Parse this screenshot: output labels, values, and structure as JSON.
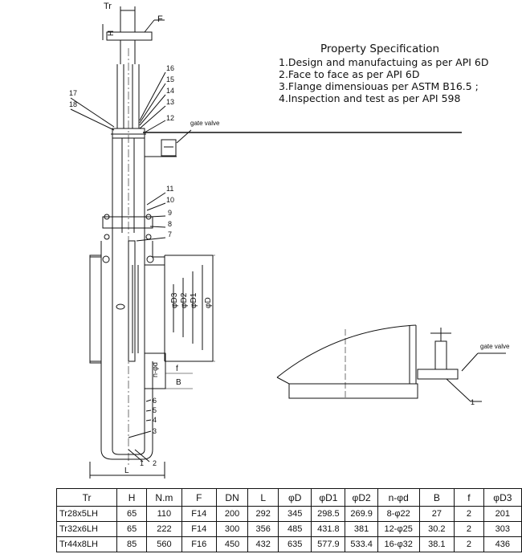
{
  "labels": {
    "tr": "Tr",
    "f": "F",
    "h": "H",
    "dd": "φD",
    "dd1": "φD1",
    "dd2": "φD2",
    "dd3": "φD3",
    "nd": "n-φd",
    "fl": "f",
    "b": "B",
    "l": "L",
    "gate_valve_main": "gate valve",
    "gate_valve_detail": "gate valve"
  },
  "part_numbers": {
    "p1": "1",
    "p2": "2",
    "p3": "3",
    "p4": "4",
    "p5": "5",
    "p6": "6",
    "p7": "7",
    "p8": "8",
    "p9": "9",
    "p10": "10",
    "p11": "11",
    "p12": "12",
    "p13": "13",
    "p14": "14",
    "p15": "15",
    "p16": "16",
    "p17": "17",
    "p18": "18",
    "detail_1": "1"
  },
  "spec": {
    "title": "Property Specification",
    "lines": [
      "1.Design and manufactuing as per API 6D",
      "2.Face to face as per API 6D",
      "3.Flange dimensiouas per   ASTM B16.5   ;",
      "4.Inspection and test as per API 598"
    ]
  },
  "table": {
    "headers": [
      "Tr",
      "H",
      "N.m",
      "F",
      "DN",
      "L",
      "φD",
      "φD1",
      "φD2",
      "n-φd",
      "B",
      "f",
      "φD3"
    ],
    "rows": [
      [
        "Tr28x5LH",
        "65",
        "110",
        "F14",
        "200",
        "292",
        "345",
        "298.5",
        "269.9",
        "8-φ22",
        "27",
        "2",
        "201"
      ],
      [
        "Tr32x6LH",
        "65",
        "222",
        "F14",
        "300",
        "356",
        "485",
        "431.8",
        "381",
        "12-φ25",
        "30.2",
        "2",
        "303"
      ],
      [
        "Tr44x8LH",
        "85",
        "560",
        "F16",
        "450",
        "432",
        "635",
        "577.9",
        "533.4",
        "16-φ32",
        "38.1",
        "2",
        "436"
      ]
    ]
  }
}
